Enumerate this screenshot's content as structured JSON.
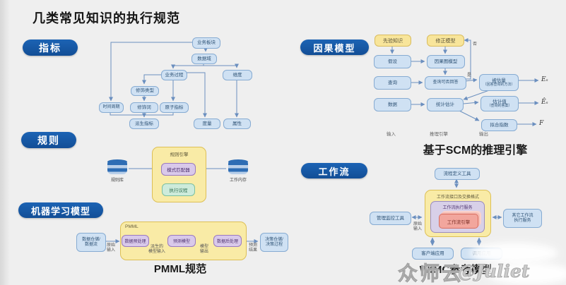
{
  "title": "几类常见知识的执行规范",
  "colors": {
    "pill_blue": "#1659a6",
    "node_blue_fill": "#cfe1f3",
    "node_blue_border": "#86abd2",
    "yellow_fill": "#f8e9a2",
    "purple_fill": "#d9c9ea",
    "green_fill": "#cdebdb",
    "pink_fill": "#f2a69d",
    "arrow": "#6b8fbf"
  },
  "sections": {
    "indicator": {
      "label": "指标",
      "nodes": [
        "业务板块",
        "数据域",
        "业务过程",
        "维度",
        "修饰类型",
        "时间周期",
        "修饰词",
        "原子指标",
        "派生指标",
        "度量",
        "属性"
      ]
    },
    "rule": {
      "label": "规则",
      "engine_title": "规则引擎",
      "matcher": "模式匹配器",
      "agenda": "执行议程",
      "left_db": "规则库",
      "right_db": "工作内存"
    },
    "ml": {
      "label": "机器学习模型",
      "container_label": "PMML",
      "caption": "PMML规范",
      "source_lines": [
        "数据仓储/",
        "数据流"
      ],
      "sink_lines": [
        "决策仓储/",
        "决策过程"
      ],
      "steps": [
        "数据预处理",
        "预测模型",
        "数据后处理"
      ],
      "arrows": [
        [
          "原始",
          "输入"
        ],
        [
          "派生的",
          "模型输入"
        ],
        [
          "模型",
          "输出"
        ],
        [
          "预测",
          "结果"
        ]
      ]
    },
    "causal": {
      "label": "因果模型",
      "caption": "基于SCM的推理引擎",
      "prior": "先验知识",
      "revise": "修正模型",
      "no_label": "否",
      "yes_label": "是",
      "inputs": [
        "假设",
        "查询",
        "数据"
      ],
      "middle": [
        "因果图模型",
        "查询可否回答",
        "统计估计"
      ],
      "outputs": [
        {
          "title": "被估量",
          "sub": "（回答查询的方法）",
          "sym": "Eₛ"
        },
        {
          "title": "估计值",
          "sub": "（查询的答案）",
          "sym": "Êₛ"
        },
        {
          "title": "拟合指数",
          "sub": "",
          "sym": "F"
        }
      ],
      "col_labels": [
        "输入",
        "推理引擎",
        "输出"
      ]
    },
    "workflow": {
      "label": "工作流",
      "caption": "WfMC参考模型",
      "top": "流程定义工具",
      "container": "工作流接口及交换格式",
      "service": "工作流执行服务",
      "engine": "工作流引擎",
      "left": "管理监控工具",
      "note_lines": [
        "原始",
        "输入"
      ],
      "right_lines": [
        "其它工作流",
        "执行服务"
      ],
      "bottom_left": "客户端应用",
      "bottom_right": "调用应用"
    }
  },
  "watermark": {
    "brand": "众师云",
    "handle": "@Juliet"
  }
}
